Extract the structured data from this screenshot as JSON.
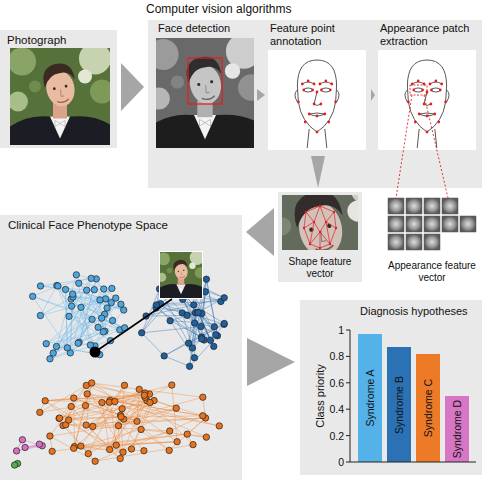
{
  "diagram": {
    "nodes": [
      {
        "text": [
          "Photograph"
        ]
      },
      {
        "text": [
          "Computer vision algorithms"
        ]
      },
      {
        "text": [
          "Face detection"
        ],
        "in": 1
      },
      {
        "text": [
          "Feature point annotation"
        ],
        "in": 1
      },
      {
        "text": [
          "Appearance patch extraction"
        ],
        "in": 1
      },
      {
        "text": [
          "Shape feature vector"
        ]
      },
      {
        "text": [
          "Appearance feature vector"
        ]
      },
      {
        "text": [
          "Clinical Face Phenotype Space"
        ]
      },
      {
        "text": [
          "Diagnosis hypotheses"
        ]
      },
      {
        "text": [
          "Syndrome A"
        ],
        "in": 8
      },
      {
        "text": [
          "Syndrome B"
        ],
        "in": 8
      },
      {
        "text": [
          "Syndrome C"
        ],
        "in": 8
      },
      {
        "text": [
          "Syndrome D"
        ],
        "in": 8
      }
    ],
    "edges": [
      {
        "from": 0,
        "to": 1,
        "arrow": "to"
      },
      {
        "from": 2,
        "to": 3,
        "arrow": "to"
      },
      {
        "from": 3,
        "to": 4,
        "arrow": "to"
      },
      {
        "from": 3,
        "to": 5,
        "arrow": "to"
      },
      {
        "from": 5,
        "to": 7,
        "arrow": "to"
      },
      {
        "from": 7,
        "to": 8,
        "arrow": "to"
      }
    ],
    "labels": [
      "Class priority",
      "1",
      "0.8",
      "0.6",
      "0.4",
      "0.2",
      "0"
    ]
  }
}
